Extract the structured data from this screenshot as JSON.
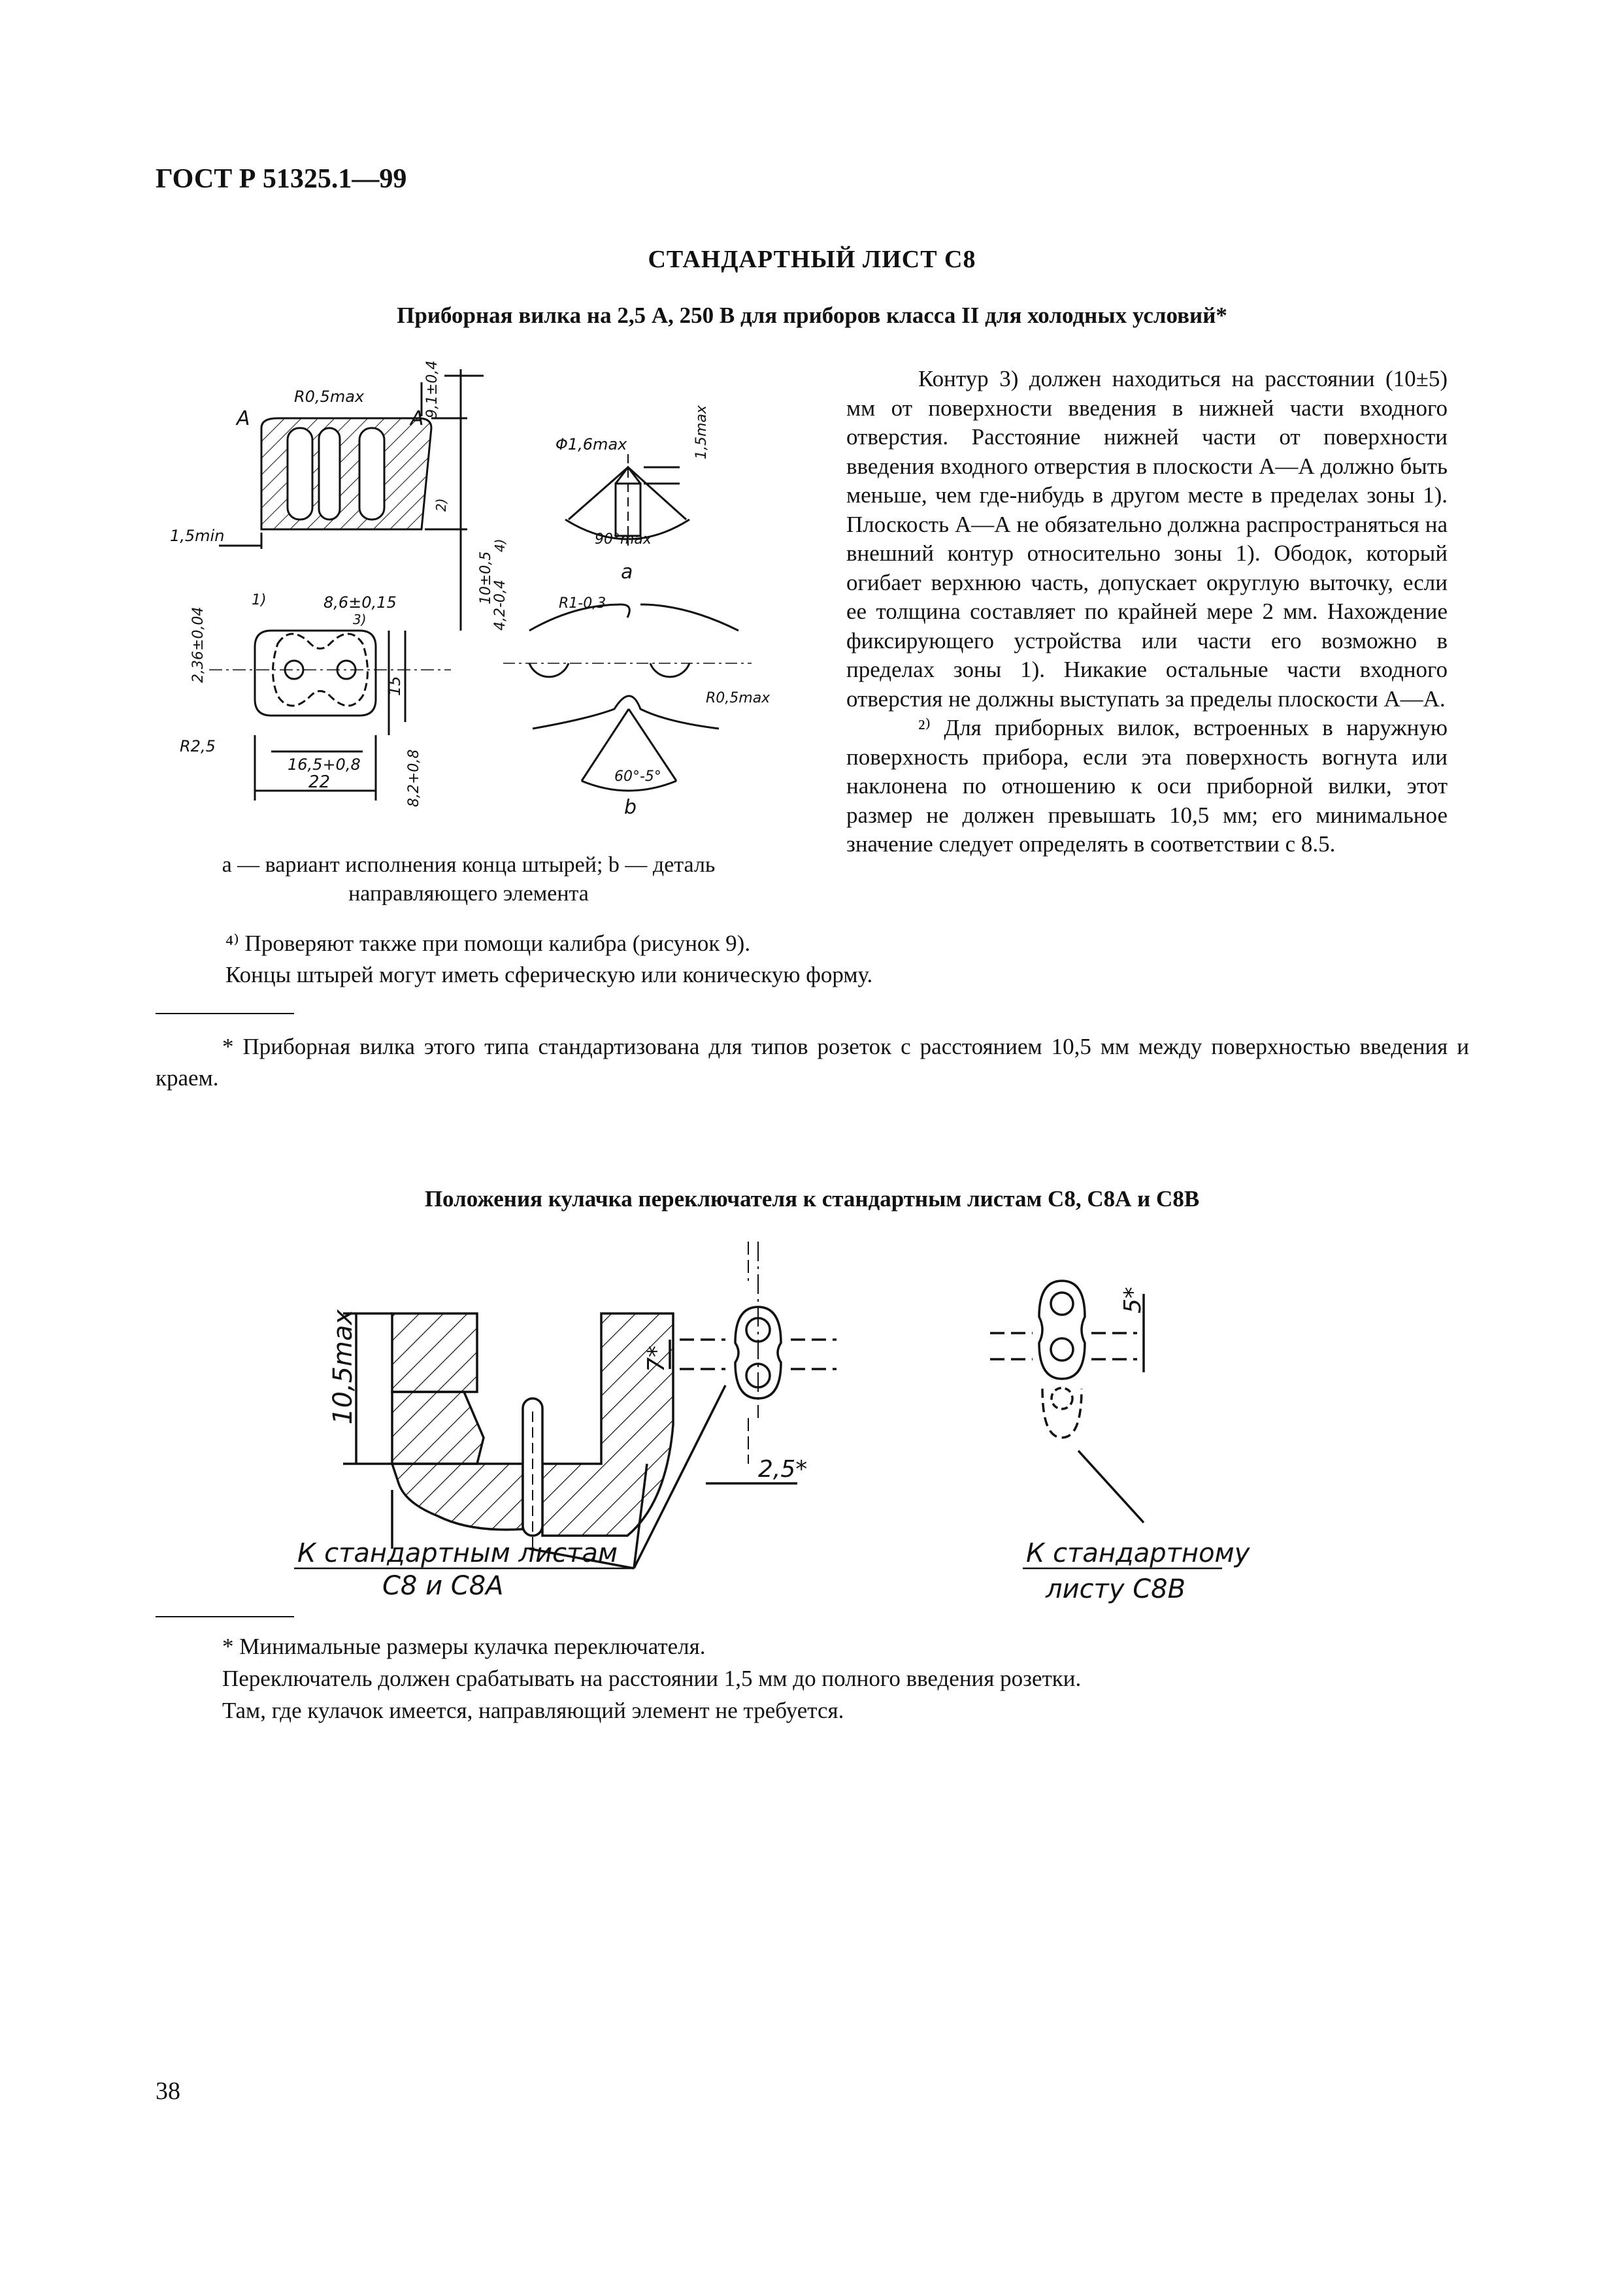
{
  "header": {
    "doc_code": "ГОСТ Р 51325.1—99"
  },
  "sheet": {
    "title": "СТАНДАРТНЫЙ ЛИСТ С8",
    "subtitle": "Приборная вилка на 2,5 А, 250 В для приборов класса II для холодных условий*"
  },
  "figure1": {
    "labels": {
      "r05max": "R0,5max",
      "a_left": "A",
      "a_right": "A",
      "dim_91": "9,1±0,4",
      "dim_15min": "1,5min",
      "note2": "2)",
      "dim_10": "10±0,5",
      "note4": "4)",
      "dim_42": "4,2-0,4",
      "phi16": "Φ1,6max",
      "dim_15max": "1,5max",
      "angle90": "90°max",
      "label_a": "a",
      "dim_236": "2,36±0,04",
      "note1": "1)",
      "dim_86": "8,6±0,15",
      "note3": "3)",
      "dim_15": "15",
      "r1": "R1-0,3",
      "r05max_b": "R0,5max",
      "r25": "R2,5",
      "dim_165": "16,5+0,8",
      "dim_22": "22",
      "dim_82": "8,2+0,8",
      "angle60": "60°-5°",
      "label_b": "b"
    },
    "caption": "а — вариант исполнения конца штырей; b — деталь направляющего элемента"
  },
  "right_text": [
    "Контур 3) должен находиться на расстоянии (10±5) мм от поверхности введения в нижней части входного отверстия. Расстояние нижней части от поверхности введения входного отверстия в плоскости А—А должно быть меньше, чем где-нибудь в другом месте в пределах зоны 1). Плоскость А—А не обязательно должна распространяться на внешний контур относительно зоны 1). Ободок, который огибает верхнюю часть, допускает округлую выточку, если ее толщина составляет по крайней мере 2 мм. Нахождение фиксирующего устройства или части его возможно в пределах зоны 1). Никакие остальные части входного отверстия не должны выступать за пределы плоскости А—А.",
    "²⁾ Для приборных вилок, встроенных в наружную поверхность прибора, если эта поверхность вогнута или наклонена по отношению к оси приборной вилки, этот размер не должен превышать 10,5 мм; его минимальное значение следует определять в соответствии с 8.5."
  ],
  "notes_after_figure": [
    "⁴⁾ Проверяют также при помощи калибра (рисунок 9).",
    "Концы штырей могут иметь сферическую или коническую форму."
  ],
  "footnote1": "* Приборная вилка этого типа стандартизована для типов розеток с расстоянием 10,5 мм между поверхностью введения и краем.",
  "section2": {
    "title": "Положения кулачка переключателя к стандартным листам С8, С8А и С8В",
    "labels": {
      "dim_105max": "10,5max",
      "dim_7": "7*",
      "dim_25": "2,5*",
      "dim_5": "5*",
      "to_c8_line1": "К стандартным листам",
      "to_c8_line2": "С8 и С8А",
      "to_c8b_line1": "К стандартному",
      "to_c8b_line2": "листу С8В"
    },
    "notes": [
      "* Минимальные размеры кулачка переключателя.",
      "Переключатель должен срабатывать на расстоянии 1,5 мм до полного введения розетки.",
      "Там, где кулачок имеется, направляющий элемент не требуется."
    ]
  },
  "page_number": "38"
}
